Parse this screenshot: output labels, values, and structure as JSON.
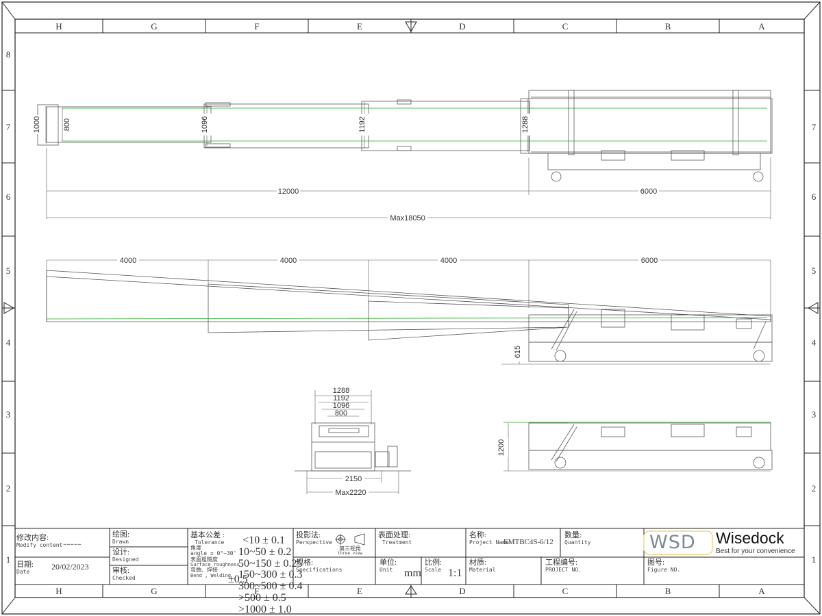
{
  "frame": {
    "top_zones": [
      "H",
      "G",
      "F",
      "E",
      "D",
      "C",
      "B",
      "A"
    ],
    "bottom_zones": [
      "H",
      "G",
      "F",
      "E",
      "D",
      "C",
      "B",
      "A"
    ],
    "left_zones": [
      "8",
      "7",
      "6",
      "5",
      "4",
      "3",
      "2",
      "1"
    ],
    "right_zones": [
      "7",
      "6",
      "5",
      "4",
      "3",
      "2",
      "1"
    ]
  },
  "top_view": {
    "widths": [
      "1000",
      "800",
      "1096",
      "1192",
      "1288"
    ],
    "lengths": [
      "12000",
      "6000"
    ],
    "total": "Max18050"
  },
  "side_view": {
    "lengths": [
      "4000",
      "4000",
      "4000",
      "6000"
    ],
    "height": "615"
  },
  "end_view": {
    "widths": [
      "1288",
      "1192",
      "1096",
      "800"
    ],
    "base": "2150",
    "max": "Max2220"
  },
  "retracted_view": {
    "height": "1200"
  },
  "title_block": {
    "modify_zh": "修改内容:",
    "modify_en": "Modify content",
    "modify_val": "-----",
    "date_zh": "日期:",
    "date_en": "Date",
    "date_val": "20/02/2023",
    "drawn_zh": "绘图:",
    "drawn_en": "Drawn",
    "designed_zh": "设计:",
    "designed_en": "Designed",
    "checked_zh": "审核:",
    "checked_en": "Checked",
    "tol_zh": "基本公差 :",
    "tol_en": "Tolerance",
    "angle_zh": "角度",
    "angle_en": "angle ± 0°~30'",
    "rough_zh": "表面粗糙度",
    "rough_en": "Surface roughness",
    "bend_zh": "弯曲、焊接",
    "bend_en": "Bend , Welding",
    "bend_val": "±0.5",
    "tol_rows": [
      "<10 ± 0.1",
      "10~50 ± 0.2",
      "50~150 ± 0.25",
      "150~300 ± 0.3",
      "300~500 ± 0.4",
      ">500 ± 0.5",
      ">1000 ± 1.0"
    ],
    "proj_zh": "投影法:",
    "proj_en": "Perspective",
    "view_zh": "第三视角",
    "view_en": "three view",
    "spec_zh": "规格:",
    "spec_en": "Specifications",
    "treat_zh": "表面处理:",
    "treat_en": "Treatment",
    "unit_zh": "单位:",
    "unit_en": "Unit",
    "unit_val": "mm",
    "scale_zh": "比例:",
    "scale_en": "Scale",
    "scale_val": "1:1",
    "name_zh": "名称:",
    "name_en": "Project Name",
    "name_val": "EMTBC4S-6/12",
    "qty_zh": "数量:",
    "qty_en": "Quantity",
    "mat_zh": "材质:",
    "mat_en": "Material",
    "projno_zh": "工程编号:",
    "projno_en": "PROJECT NO.",
    "fig_zh": "图号:",
    "fig_en": "Figure NO."
  },
  "brand": {
    "logo": "WSD",
    "name": "Wisedock",
    "tagline": "Best for your convenience"
  }
}
